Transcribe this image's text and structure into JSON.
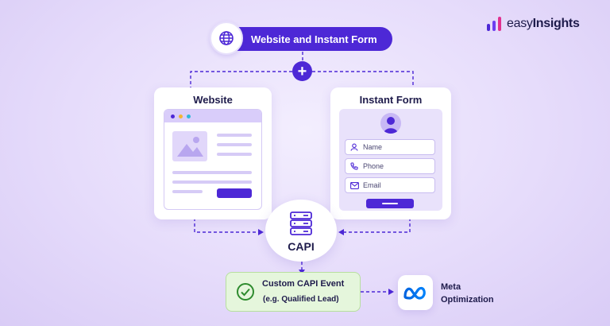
{
  "brand": {
    "name_prefix": "easy",
    "name_suffix": "Insights"
  },
  "header": {
    "pill_label": "Website and Instant Form",
    "plus": "+"
  },
  "website": {
    "title": "Website"
  },
  "instant_form": {
    "title": "Instant Form",
    "fields": [
      {
        "icon": "person-icon",
        "label": "Name"
      },
      {
        "icon": "phone-icon",
        "label": "Phone"
      },
      {
        "icon": "mail-icon",
        "label": "Email"
      }
    ]
  },
  "capi": {
    "label": "CAPI"
  },
  "event": {
    "line1": "Custom CAPI Event",
    "line2": "(e.g. Qualified Lead)"
  },
  "meta": {
    "line1": "Meta",
    "line2": "Optimization"
  },
  "colors": {
    "accent": "#4d28d6",
    "card_border": "#d4c9f5",
    "success_bg": "#e5f6dc",
    "success_icon": "#2e8b2e"
  }
}
